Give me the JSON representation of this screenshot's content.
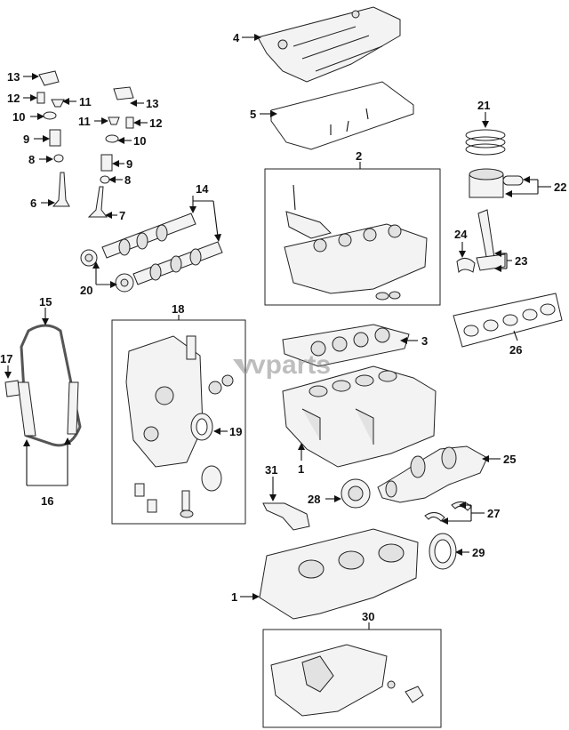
{
  "watermark": "vparts",
  "labels": {
    "p1a": "1",
    "p1b": "1",
    "p2": "2",
    "p3": "3",
    "p4": "4",
    "p5": "5",
    "p6": "6",
    "p7": "7",
    "p8a": "8",
    "p8b": "8",
    "p9a": "9",
    "p9b": "9",
    "p10a": "10",
    "p10b": "10",
    "p11a": "11",
    "p11b": "11",
    "p12a": "12",
    "p12b": "12",
    "p13a": "13",
    "p13b": "13",
    "p14": "14",
    "p15": "15",
    "p16": "16",
    "p17": "17",
    "p18": "18",
    "p19": "19",
    "p20": "20",
    "p21": "21",
    "p22": "22",
    "p23": "23",
    "p24": "24",
    "p25": "25",
    "p26": "26",
    "p27": "27",
    "p28": "28",
    "p29": "29",
    "p30": "30",
    "p31": "31"
  }
}
